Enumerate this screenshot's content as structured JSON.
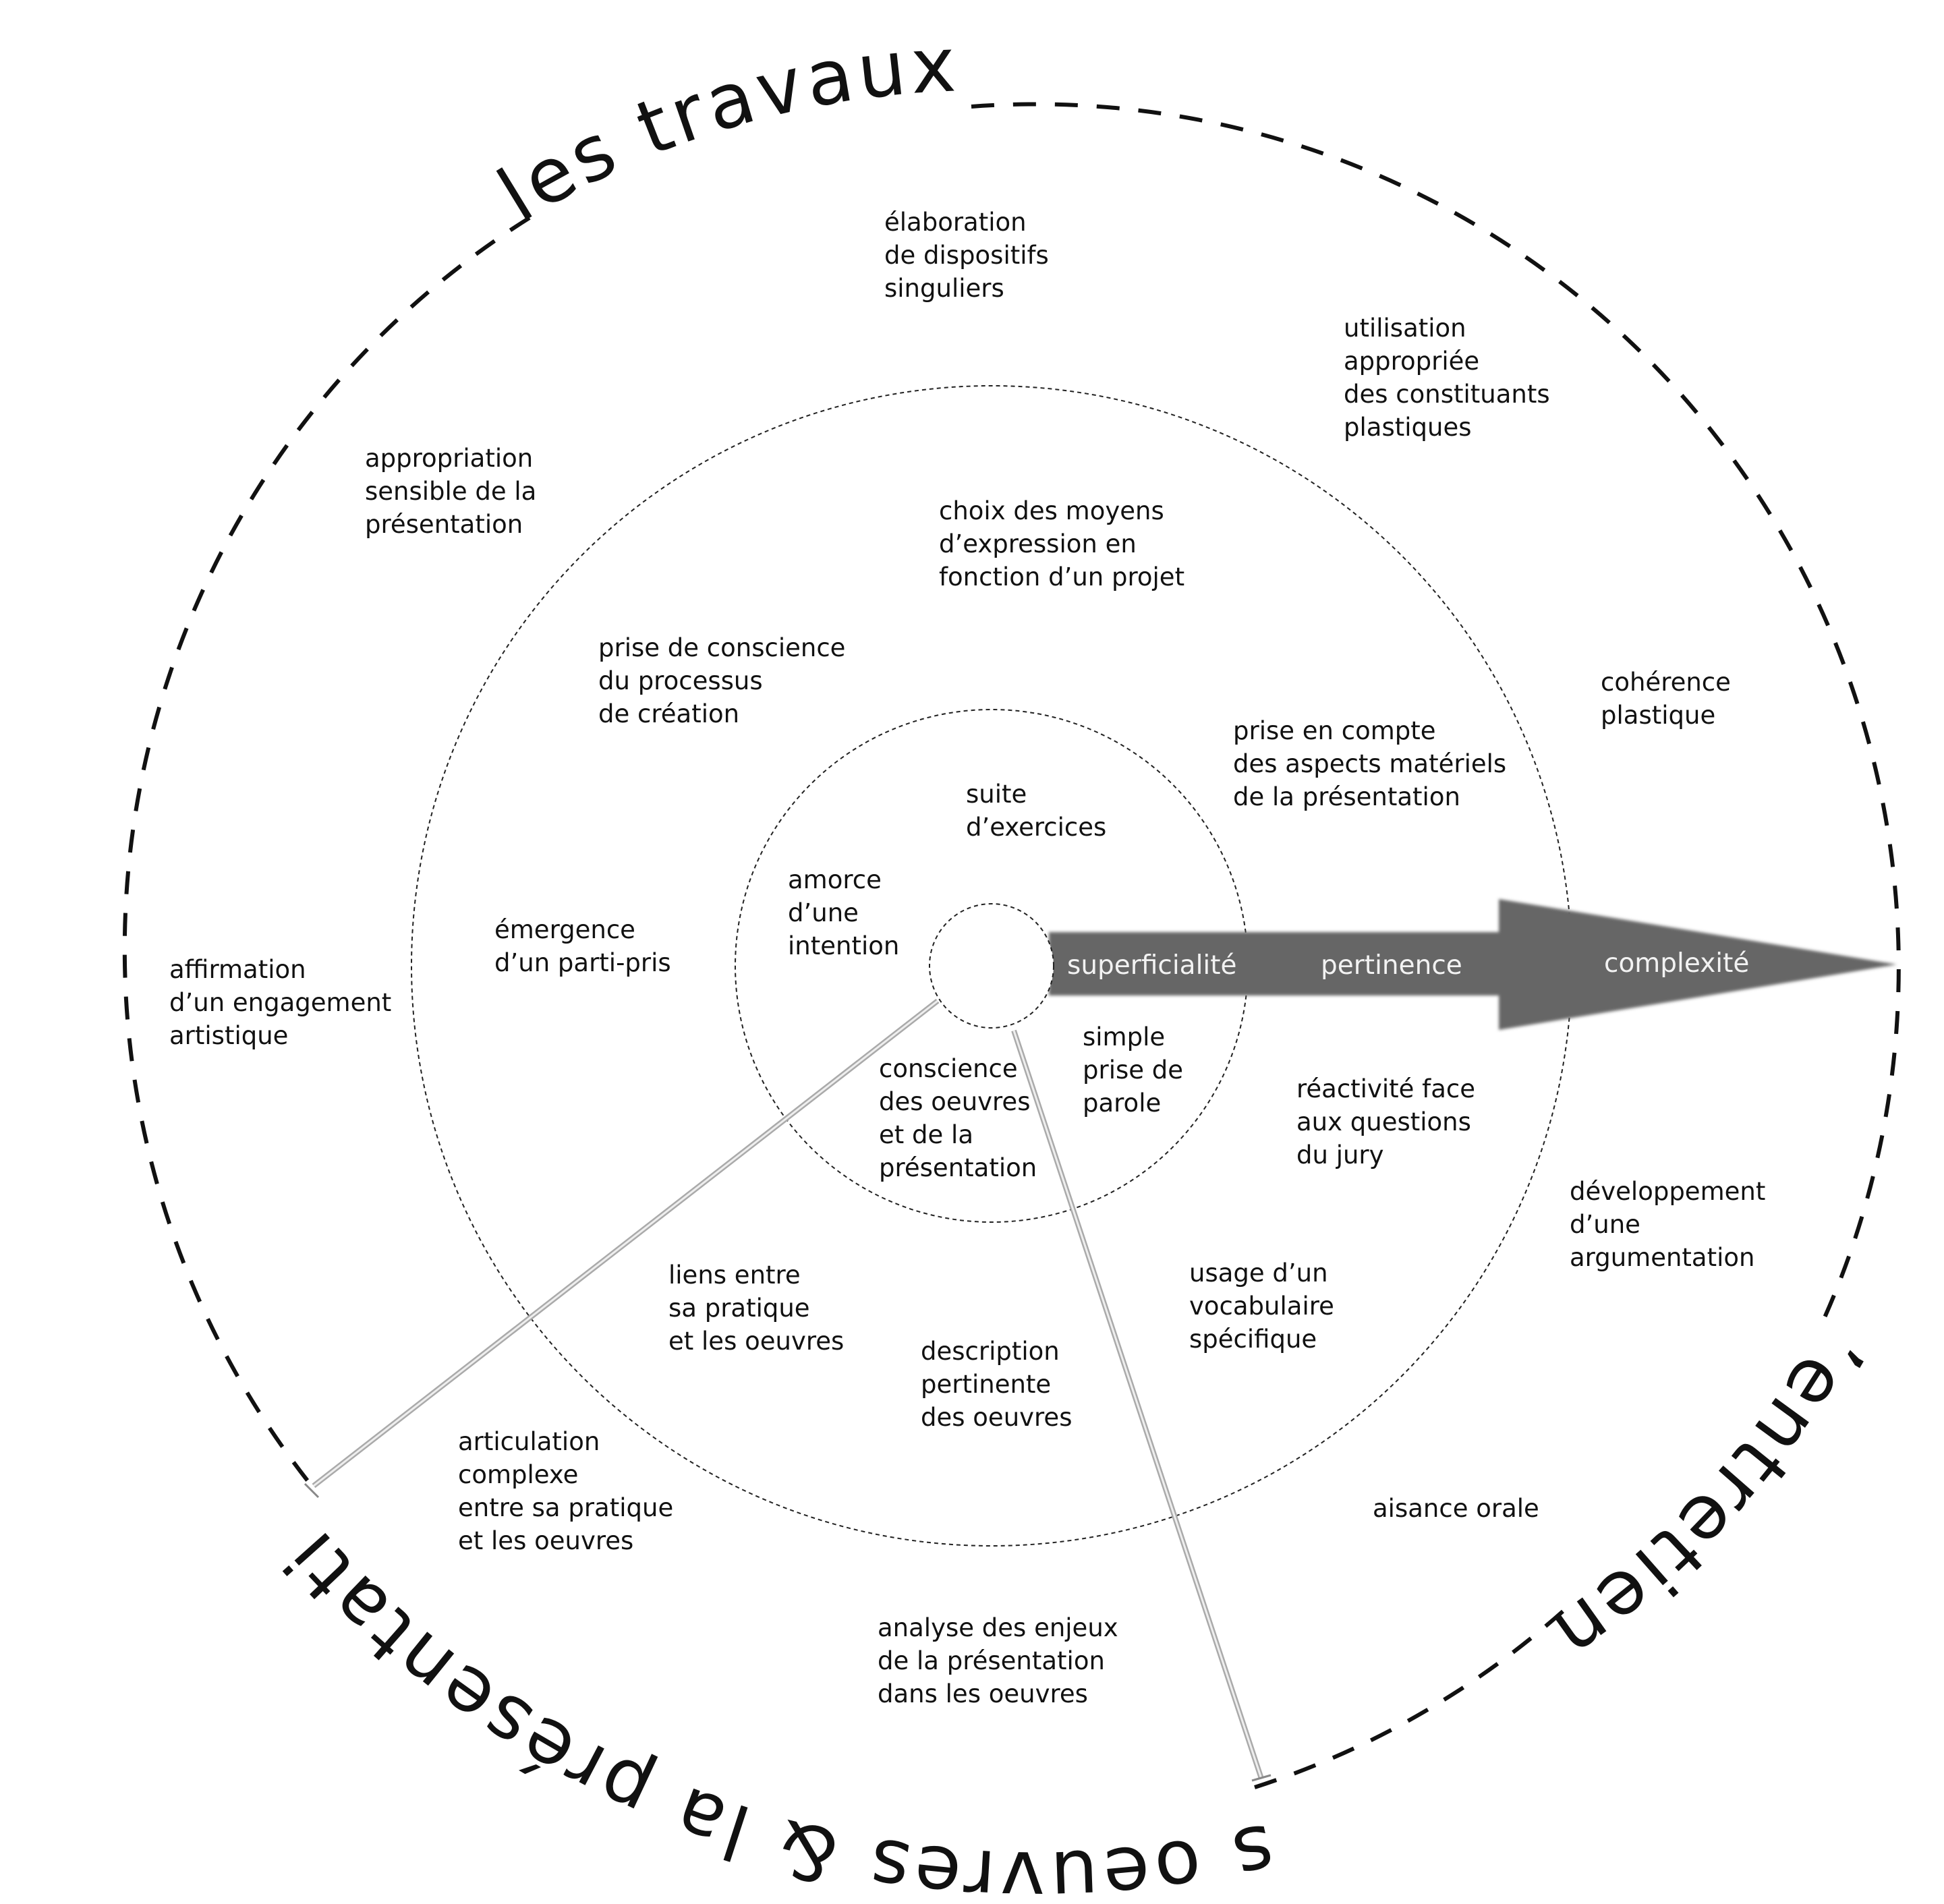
{
  "outer_titles": {
    "top": "les  travaux",
    "right": "l’entretien",
    "bottom": "les oeuvres & la présentation"
  },
  "arrow": {
    "labels": [
      "superficialité",
      "pertinence",
      "complexité"
    ],
    "color": "#666666"
  },
  "labels": {
    "outer": {
      "elaboration": [
        "élaboration",
        "de dispositifs",
        "singuliers"
      ],
      "utilisation": [
        "utilisation",
        "appropriée",
        "des constituants",
        "plastiques"
      ],
      "appropriation": [
        "appropriation",
        "sensible de la",
        "présentation"
      ],
      "coherence": [
        "cohérence",
        "plastique"
      ],
      "affirmation": [
        "affirmation",
        "d’un engagement",
        "artistique"
      ],
      "developpement": [
        "développement",
        "d’une",
        "argumentation"
      ],
      "articulation": [
        "articulation",
        "complexe",
        "entre sa pratique",
        "et les oeuvres"
      ],
      "aisance": [
        "aisance orale"
      ],
      "analyse": [
        "analyse des enjeux",
        "de la présentation",
        "dans les oeuvres"
      ]
    },
    "middle": {
      "choix": [
        "choix des moyens",
        "d’expression en",
        "fonction d’un projet"
      ],
      "prise_conscience": [
        "prise de conscience",
        "du processus",
        "de création"
      ],
      "prise_compte": [
        "prise en compte",
        "des aspects matériels",
        "de la présentation"
      ],
      "emergence": [
        "émergence",
        "d’un parti-pris"
      ],
      "reactivite": [
        "réactivité face",
        "aux questions",
        "du jury"
      ],
      "liens": [
        "liens entre",
        "sa pratique",
        "et les oeuvres"
      ],
      "usage": [
        "usage d’un",
        "vocabulaire",
        "spécifique"
      ],
      "description": [
        "description",
        "pertinente",
        "des oeuvres"
      ]
    },
    "inner": {
      "suite": [
        "suite",
        "d’exercices"
      ],
      "amorce": [
        "amorce",
        "d’une",
        "intention"
      ],
      "simple": [
        "simple",
        "prise de",
        "parole"
      ],
      "conscience": [
        "conscience",
        "des oeuvres",
        "et de la",
        "présentation"
      ]
    }
  }
}
